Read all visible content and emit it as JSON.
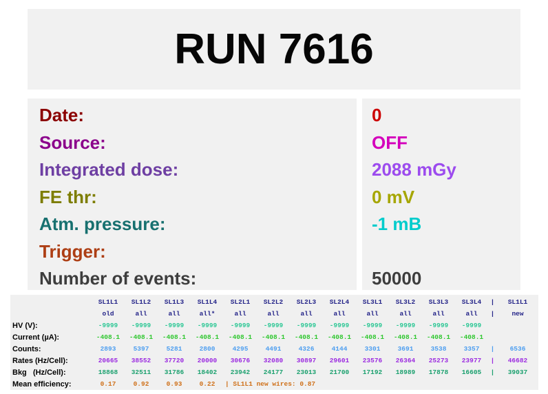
{
  "page": {
    "title": "RUN 7616"
  },
  "colors": {
    "banner_bg": "#f1f1f1",
    "panel_bg": "#f1f1f1",
    "table_bg": "#f0f0f0",
    "table_header": "#232388"
  },
  "info_panel": {
    "rows": [
      {
        "id": "date",
        "label": "Date:",
        "value": "0",
        "label_color": "#8b0000",
        "value_color": "#cc0000"
      },
      {
        "id": "source",
        "label": "Source:",
        "value": "OFF",
        "label_color": "#8b008b",
        "value_color": "#d400bb"
      },
      {
        "id": "integrated-dose",
        "label": "Integrated dose:",
        "value": "2088 mGy",
        "label_color": "#6e3fa3",
        "value_color": "#9c4bee"
      },
      {
        "id": "fe-thr",
        "label": "FE thr:",
        "value": "0 mV",
        "label_color": "#7d7d00",
        "value_color": "#a6a600"
      },
      {
        "id": "atm-pressure",
        "label": "Atm. pressure:",
        "value": "-1 mB",
        "label_color": "#17706f",
        "value_color": "#00cccc"
      },
      {
        "id": "trigger",
        "label": "Trigger:",
        "value": "",
        "label_color": "#ad3e14",
        "value_color": "#ad3e14"
      },
      {
        "id": "number-of-events",
        "label": "Number of events:",
        "value": "50000",
        "label_color": "#3d3d3d",
        "value_color": "#3d3d3d"
      }
    ]
  },
  "table": {
    "pipe": "|",
    "columns": [
      "SL1L1",
      "SL1L2",
      "SL1L3",
      "SL1L4",
      "SL2L1",
      "SL2L2",
      "SL2L3",
      "SL2L4",
      "SL3L1",
      "SL3L2",
      "SL3L3",
      "SL3L4"
    ],
    "extra_column": "SL1L1",
    "subheaders": [
      "old",
      "all",
      "all",
      "all*",
      "all",
      "all",
      "all",
      "all",
      "all",
      "all",
      "all",
      "all"
    ],
    "extra_subheader": "new",
    "rows": [
      {
        "label": "HV (V):",
        "color": "#2dc795",
        "values": [
          "-9999",
          "-9999",
          "-9999",
          "-9999",
          "-9999",
          "-9999",
          "-9999",
          "-9999",
          "-9999",
          "-9999",
          "-9999",
          "-9999"
        ],
        "extra": ""
      },
      {
        "label": "Current (µA):",
        "color": "#2fc72f",
        "values": [
          "-408.1",
          "-408.1",
          "-408.1",
          "-408.1",
          "-408.1",
          "-408.1",
          "-408.1",
          "-408.1",
          "-408.1",
          "-408.1",
          "-408.1",
          "-408.1"
        ],
        "extra": ""
      },
      {
        "label": "Counts:",
        "color": "#4d9ef0",
        "values": [
          "2893",
          "5397",
          "5281",
          "2800",
          "4295",
          "4491",
          "4326",
          "4144",
          "3301",
          "3691",
          "3538",
          "3357"
        ],
        "extra": "6536"
      },
      {
        "label": "Rates (Hz/Cell):",
        "color": "#9b2ae0",
        "values": [
          "20665",
          "38552",
          "37720",
          "20000",
          "30676",
          "32080",
          "30897",
          "29601",
          "23576",
          "26364",
          "25273",
          "23977"
        ],
        "extra": "46682"
      },
      {
        "label": "Bkg   (Hz/Cell):",
        "color": "#1aa06e",
        "values": [
          "18868",
          "32511",
          "31786",
          "18402",
          "23942",
          "24177",
          "23013",
          "21700",
          "17192",
          "18989",
          "17878",
          "16605"
        ],
        "extra": "39037"
      }
    ],
    "efficiency_row": {
      "label": "Mean efficiency:",
      "color": "#cf7019",
      "values": [
        "0.17",
        "0.92",
        "0.93",
        "0.22"
      ],
      "note": "| SL1L1 new wires: 0.87"
    }
  }
}
